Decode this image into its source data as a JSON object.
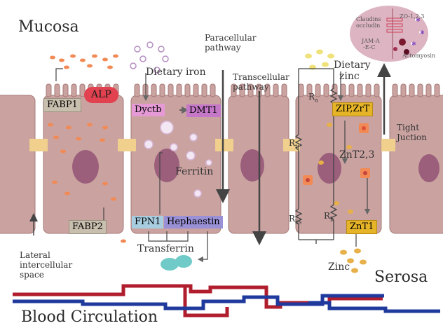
{
  "regions": {
    "mucosa": "Mucosa",
    "serosa": "Serosa",
    "blood": "Blood Circulation"
  },
  "labels": {
    "fabp1": "FABP1",
    "alp": "ALP",
    "fabp2": "FABP2",
    "lateral": [
      "Lateral",
      "intercellular",
      "space"
    ],
    "dietary_iron": "Dietary iron",
    "dyctb": "Dyctb",
    "dmt1": "DMT1",
    "ferritin": "Ferritin",
    "fpn1": "FPN1",
    "hephaestin": "Hephaestin",
    "transferrin": "Transferrin",
    "paracellular": [
      "Paracellular",
      "pathway"
    ],
    "transcellular": [
      "Transcellular",
      "pathway"
    ],
    "r_a": "R",
    "r_a_sub": "a",
    "r_tj": "R",
    "r_tj_sub": "tj",
    "r_lis": "R",
    "r_lis_sub": "lis",
    "r_b": "R",
    "r_b_sub": "b",
    "dietary_zinc": [
      "Dietary",
      "zinc"
    ],
    "zip_zrt": "ZIP,ZrT",
    "znt23": "ZnT2,3",
    "znt1": "ZnT1",
    "zinc": "Zinc",
    "tight_junction": [
      "Tight",
      "Juction"
    ],
    "tj_claudins": "Claudins",
    "tj_occludin": "occludin",
    "tj_jam": "JAM-A",
    "tj_ecad": "-E-C",
    "tj_zo": "ZO-1,2,3",
    "tj_actomyosin": "Actomyosin"
  },
  "colors": {
    "cell": "#caa3a1",
    "cell_edge": "#a57a78",
    "nucleus": "#9b5f7c",
    "junction": "#f1cf8c",
    "alp": "#e2424f",
    "fabp": "#c8bfae",
    "dyctb": "#e59ad6",
    "dmt1": "#c678c8",
    "fpn1": "#a8cde0",
    "hephaestin": "#9a90d6",
    "transferrin": "#70cbc8",
    "zip": "#e6b428",
    "zinc": "#e7b048",
    "orange_dot": "#f18a55",
    "blood_red": "#b01e2d",
    "blood_blue": "#1f3a9c"
  }
}
